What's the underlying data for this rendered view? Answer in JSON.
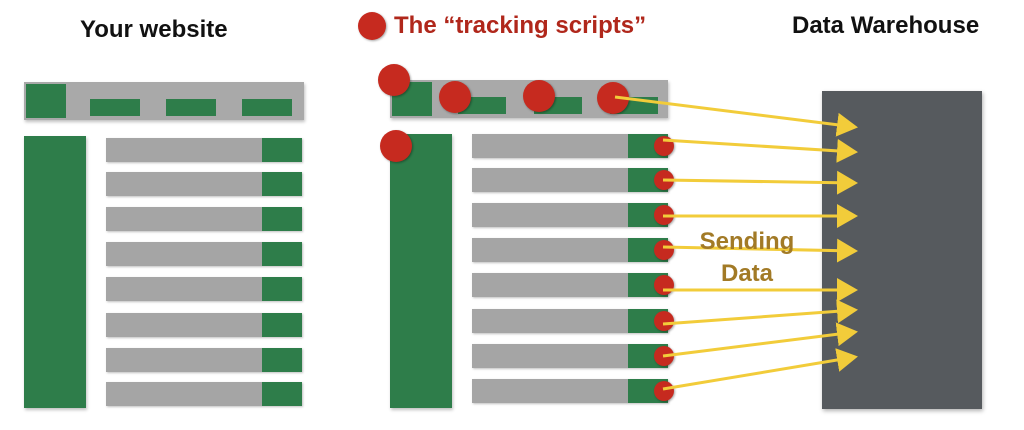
{
  "titles": {
    "left": "Your website",
    "middle": "The “tracking scripts”",
    "right": "Data Warehouse"
  },
  "label": {
    "line1": "Sending",
    "line2": "Data"
  },
  "colors": {
    "tracker": "#c62a1f",
    "green": "#2e7d4a",
    "gray": "#a5a5a5",
    "warehouse": "#565a5e",
    "arrow": "#f2cc3a",
    "label": "#a27a26"
  }
}
